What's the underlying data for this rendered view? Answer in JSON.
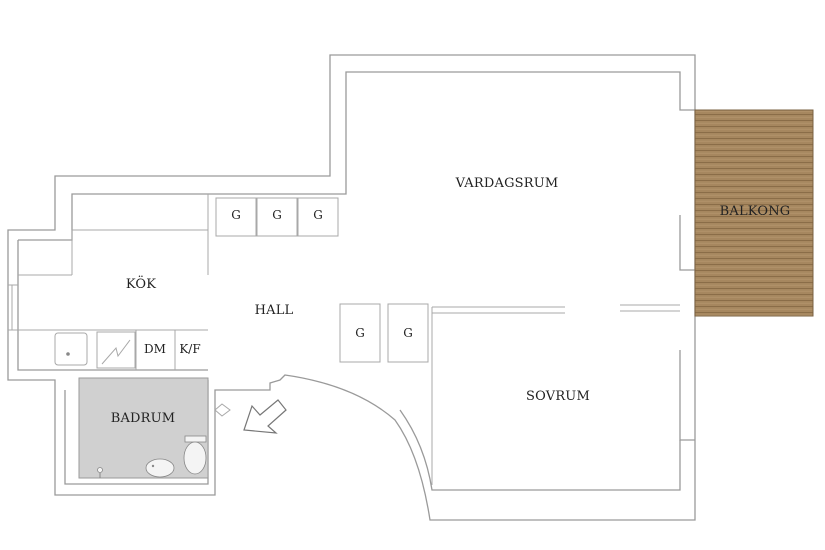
{
  "rooms": {
    "vardagsrum": "VARDAGSRUM",
    "balkong": "BALKONG",
    "kok": "KÖK",
    "hall": "HALL",
    "sovrum": "SOVRUM",
    "badrum": "BADRUM"
  },
  "closets": {
    "top": [
      "G",
      "G",
      "G"
    ],
    "hall": [
      "G",
      "G"
    ]
  },
  "appliances": {
    "dishwasher": "DM",
    "fridge": "K/F"
  },
  "colors": {
    "wall": "#9a9a9a",
    "bathroom_fill": "#d0d0d0",
    "balcony_wood": "#a38460",
    "background": "#ffffff"
  }
}
